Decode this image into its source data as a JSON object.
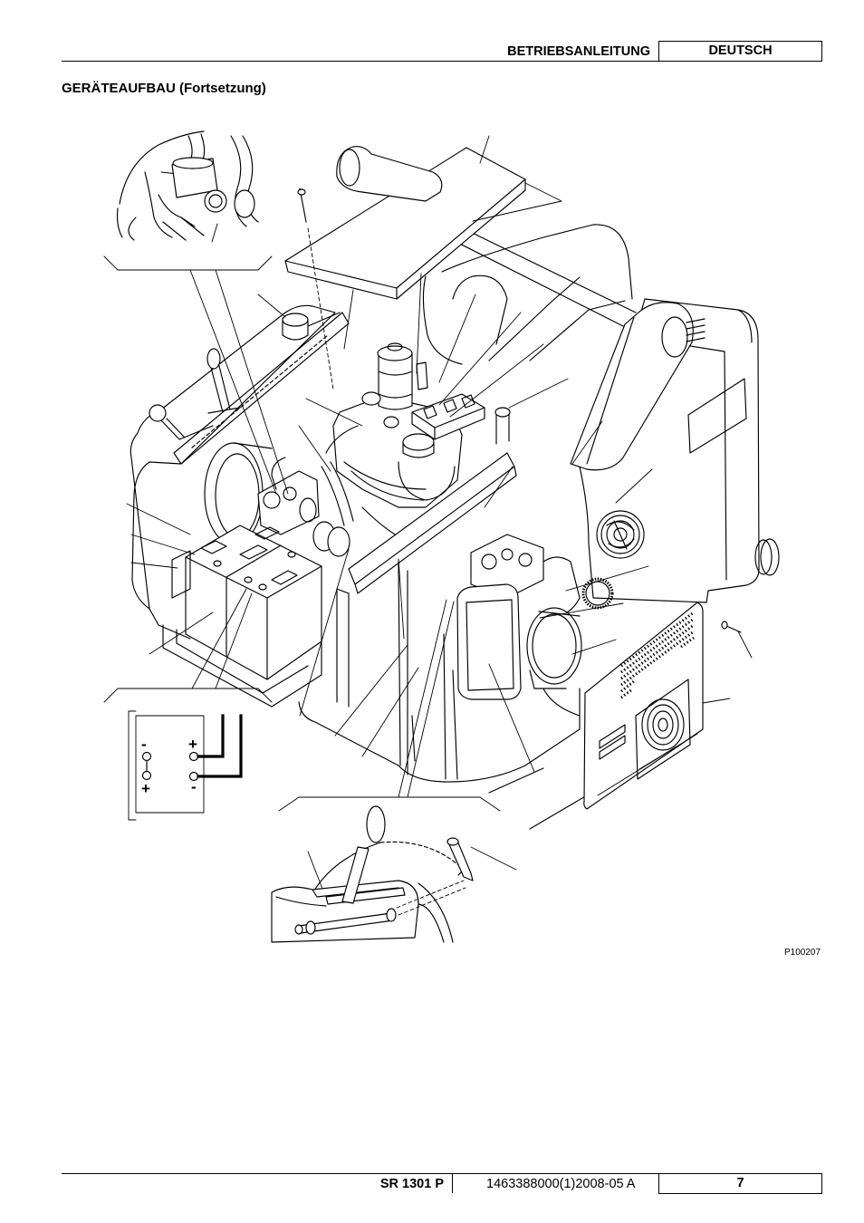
{
  "header": {
    "manual_label": "BETRIEBSANLEITUNG",
    "language": "DEUTSCH"
  },
  "section": {
    "title": "GERÄTEAUFBAU (Fortsetzung)"
  },
  "figure": {
    "code": "P100207",
    "battery_diagram": {
      "top_left": "-",
      "top_right": "+",
      "bottom_left": "+",
      "bottom_right": "-"
    }
  },
  "footer": {
    "model": "SR 1301 P",
    "doc_number": "1463388000(1)2008-05 A",
    "page": "7"
  }
}
